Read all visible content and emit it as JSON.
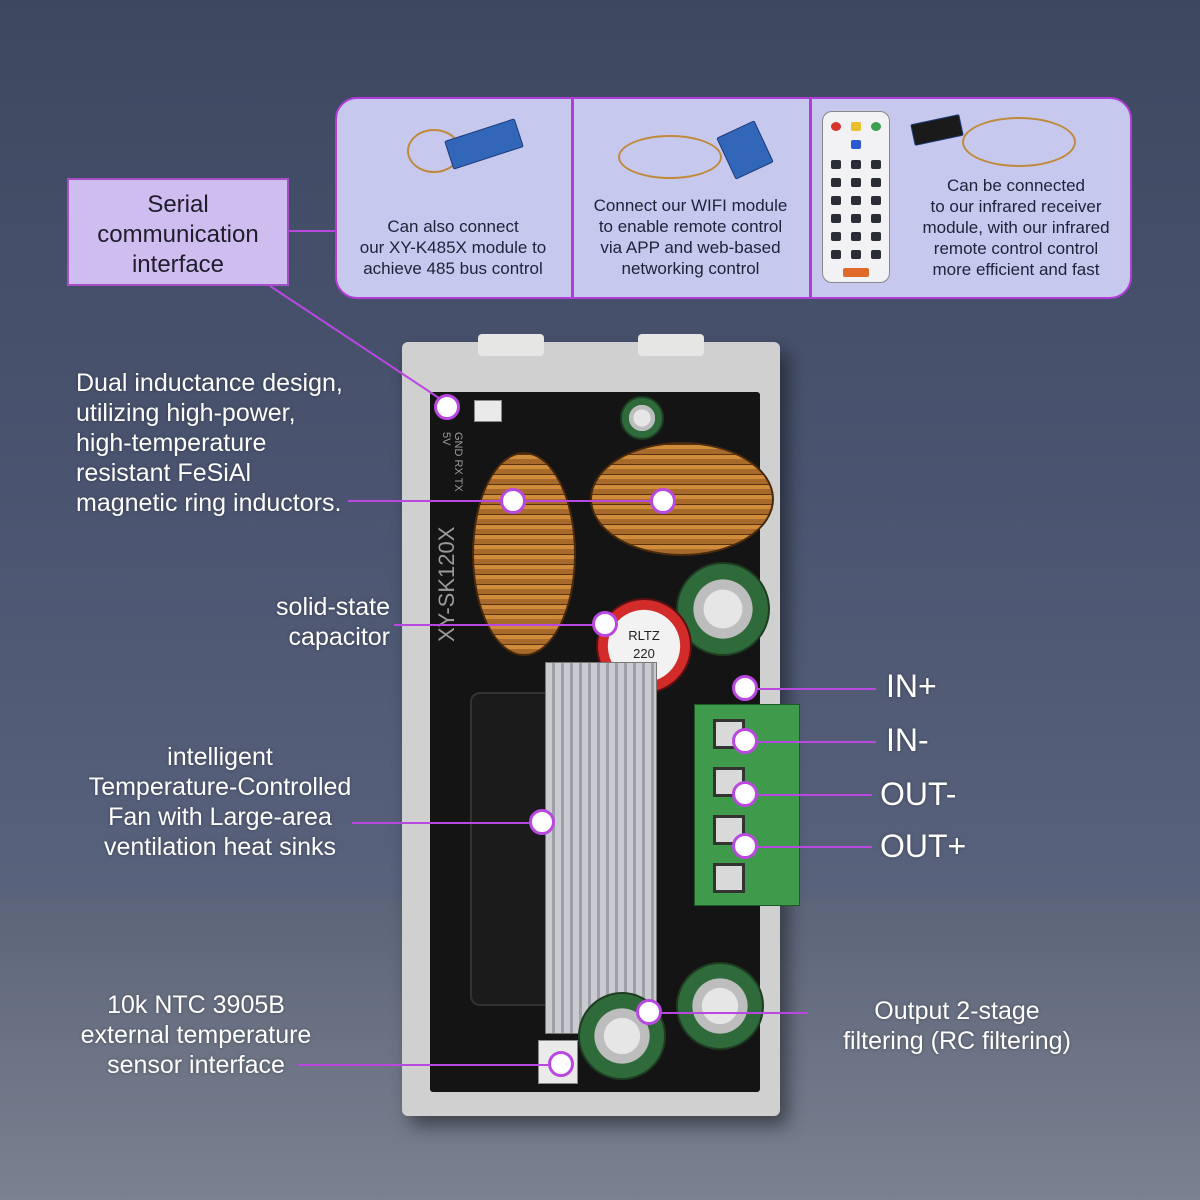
{
  "banner": {
    "features": [
      {
        "icon": "rs485-module-icon",
        "text": "Can also connect\nour XY-K485X module to\nachieve 485 bus control"
      },
      {
        "icon": "wifi-module-icon",
        "text": "Connect our WIFI module\nto enable remote control\nvia APP and web-based\nnetworking control"
      },
      {
        "icon": "ir-remote-icon",
        "text": "Can be connected\nto our infrared receiver\nmodule, with our infrared\nremote control control\nmore efficient and fast"
      }
    ]
  },
  "callouts": {
    "serial": "Serial\ncommunication\ninterface",
    "inductors": "Dual inductance design,\nutilizing high-power,\nhigh-temperature\nresistant FeSiAl\nmagnetic ring inductors.",
    "capacitor": "solid-state\ncapacitor",
    "fan": "intelligent\nTemperature-Controlled\nFan with Large-area\nventilation heat sinks",
    "ntc": "10k NTC 3905B\nexternal temperature\nsensor interface",
    "output_filter": "Output 2-stage\nfiltering (RC filtering)"
  },
  "terminals": [
    "IN+",
    "IN-",
    "OUT-",
    "OUT+"
  ],
  "board": {
    "model": "XY-SK120X",
    "pins": "GND RX TX 5V",
    "cap_text_1": "RLTZ",
    "cap_text_2": "220"
  },
  "colors": {
    "accent": "#b848e0",
    "banner_bg": "#c7c8ee",
    "serial_bg": "#d0bdf0"
  }
}
